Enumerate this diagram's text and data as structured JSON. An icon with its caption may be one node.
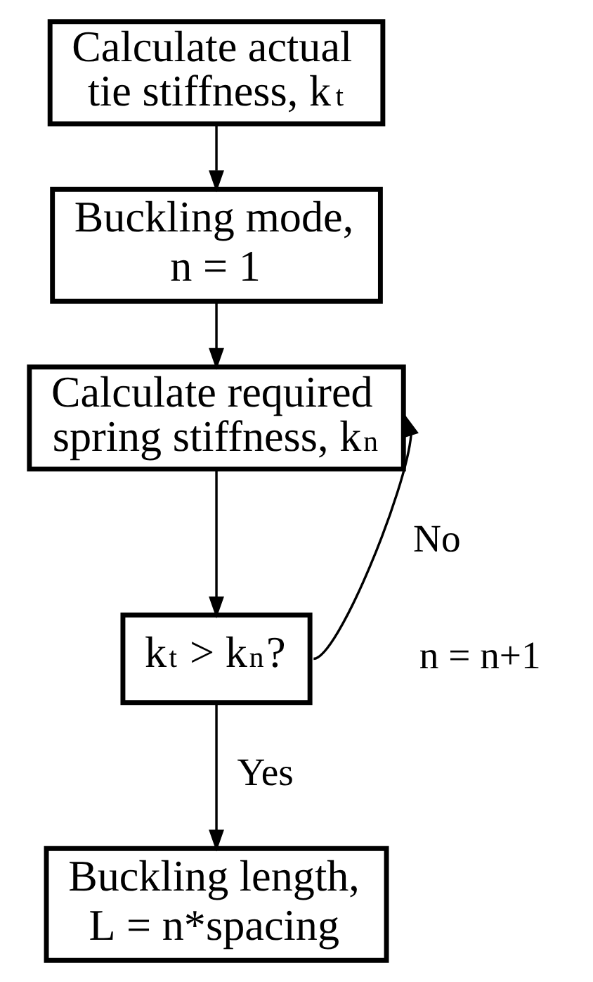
{
  "diagram": {
    "nodes": [
      {
        "text": [
          "Calculate actual tie stiffness, k$_{t}$"
        ]
      },
      {
        "text": [
          "Buckling mode, n = 1"
        ]
      },
      {
        "text": [
          "Calculate required spring stiffness, k$_{n}$"
        ]
      },
      {
        "text": [
          "k$_{t}$ > k$_{n}$?"
        ]
      },
      {
        "text": [
          "Buckling length, L = n*spacing"
        ]
      }
    ],
    "edges": [
      {
        "from": 0,
        "to": 1,
        "arrow": "to"
      },
      {
        "from": 1,
        "to": 2,
        "arrow": "to"
      },
      {
        "from": 2,
        "to": 3,
        "arrow": "to"
      },
      {
        "from": 3,
        "to": 4,
        "arrow": "to",
        "label": "Yes"
      },
      {
        "from": 3,
        "to": 2,
        "arrow": "to",
        "label": "No"
      }
    ],
    "labels": [
      "n = n+1"
    ]
  }
}
